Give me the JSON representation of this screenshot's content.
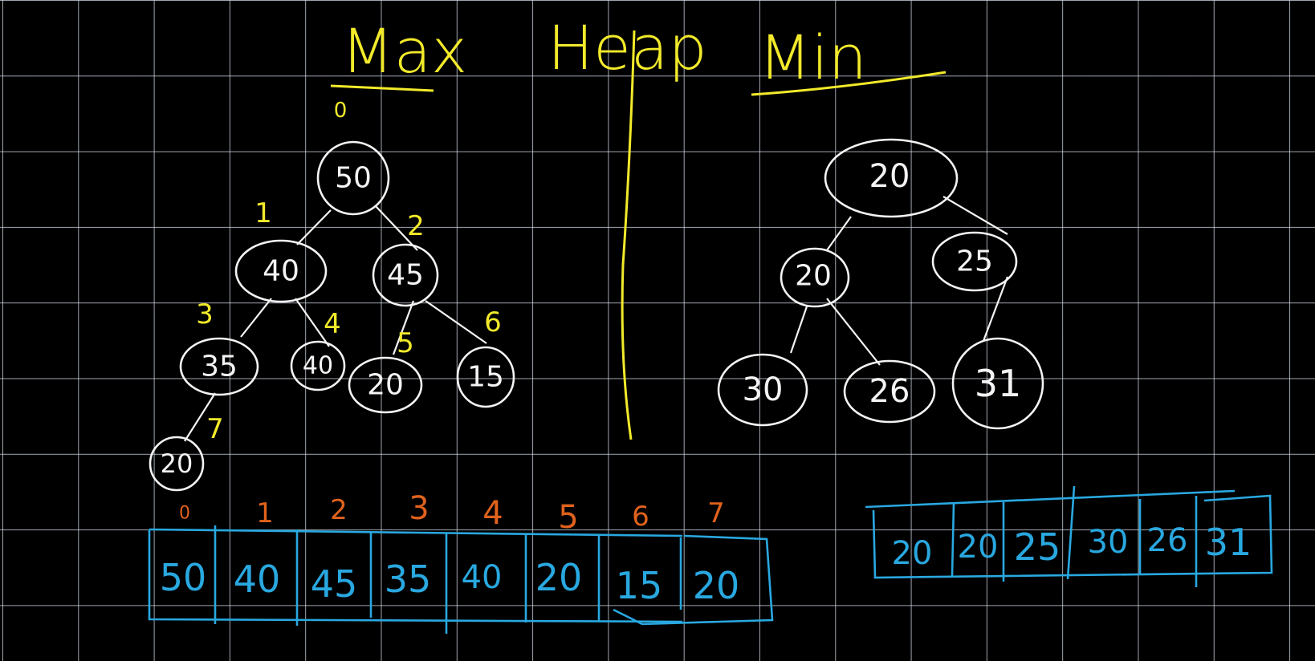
{
  "titles": {
    "max": "Max",
    "heap": "Heap",
    "min": "Min"
  },
  "max_heap": {
    "nodes": [
      {
        "index": "0",
        "value": "50"
      },
      {
        "index": "1",
        "value": "40"
      },
      {
        "index": "2",
        "value": "45"
      },
      {
        "index": "3",
        "value": "35"
      },
      {
        "index": "4",
        "value": "40"
      },
      {
        "index": "5",
        "value": "20"
      },
      {
        "index": "6",
        "value": "15"
      },
      {
        "index": "7",
        "value": "20"
      }
    ],
    "array": {
      "indices": [
        "0",
        "1",
        "2",
        "3",
        "4",
        "5",
        "6",
        "7"
      ],
      "values": [
        "50",
        "40",
        "45",
        "35",
        "40",
        "20",
        "15",
        "20"
      ]
    }
  },
  "min_heap": {
    "nodes": [
      {
        "value": "20"
      },
      {
        "value": "20"
      },
      {
        "value": "25"
      },
      {
        "value": "30"
      },
      {
        "value": "26"
      },
      {
        "value": "31"
      }
    ],
    "array": {
      "values": [
        "20",
        "20",
        "25",
        "30",
        "26",
        "31"
      ]
    }
  },
  "colors": {
    "background": "#000000",
    "grid": "#d6deeb",
    "title": "#f2ea2a",
    "nodes": "#f4f4f4",
    "tree_index_labels": "#f2ea2a",
    "array_index_labels": "#e0621c",
    "array": "#29a8e0"
  }
}
